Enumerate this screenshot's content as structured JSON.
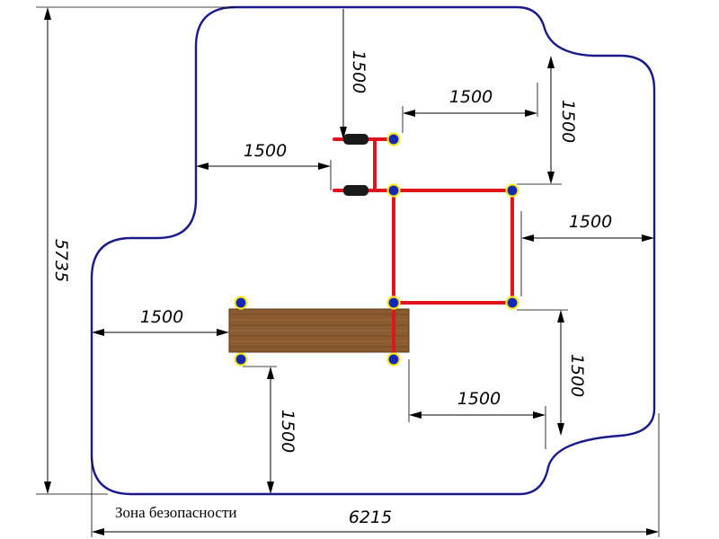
{
  "caption": "Зона безопасности",
  "dimensions": {
    "top_vertical": "1500",
    "top_right_horizontal": "1500",
    "right_top_vertical": "1500",
    "left_mid_horizontal": "1500",
    "right_mid_horizontal": "1500",
    "total_height": "5735",
    "left_bench_horizontal": "1500",
    "right_lower_vertical": "1500",
    "bottom_horizontal": "1500",
    "bottom_vertical": "1500",
    "total_width": "6215"
  },
  "colors": {
    "zone_outline": "#1a1a8c",
    "frame": "#e0141c",
    "post_cap": "#1428b4",
    "post_ring": "#f2e81e",
    "bench": "#8a5a30",
    "handle": "#1a1a1a"
  },
  "icons": {
    "post": "post-cap-icon",
    "handle": "handle-grip-icon"
  }
}
